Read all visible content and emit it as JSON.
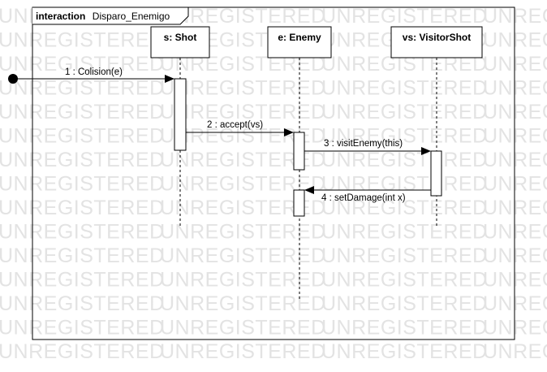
{
  "watermark": "UNREGISTERED",
  "frame": {
    "keyword": "interaction",
    "name": "Disparo_Enemigo"
  },
  "lifelines": [
    {
      "label": "s: Shot"
    },
    {
      "label": "e: Enemy"
    },
    {
      "label": "vs: VisitorShot"
    }
  ],
  "messages": [
    {
      "label": "1 : Colision(e)"
    },
    {
      "label": "2 : accept(vs)"
    },
    {
      "label": "3 : visitEnemy(this)"
    },
    {
      "label": "4 : setDamage(int x)"
    }
  ]
}
